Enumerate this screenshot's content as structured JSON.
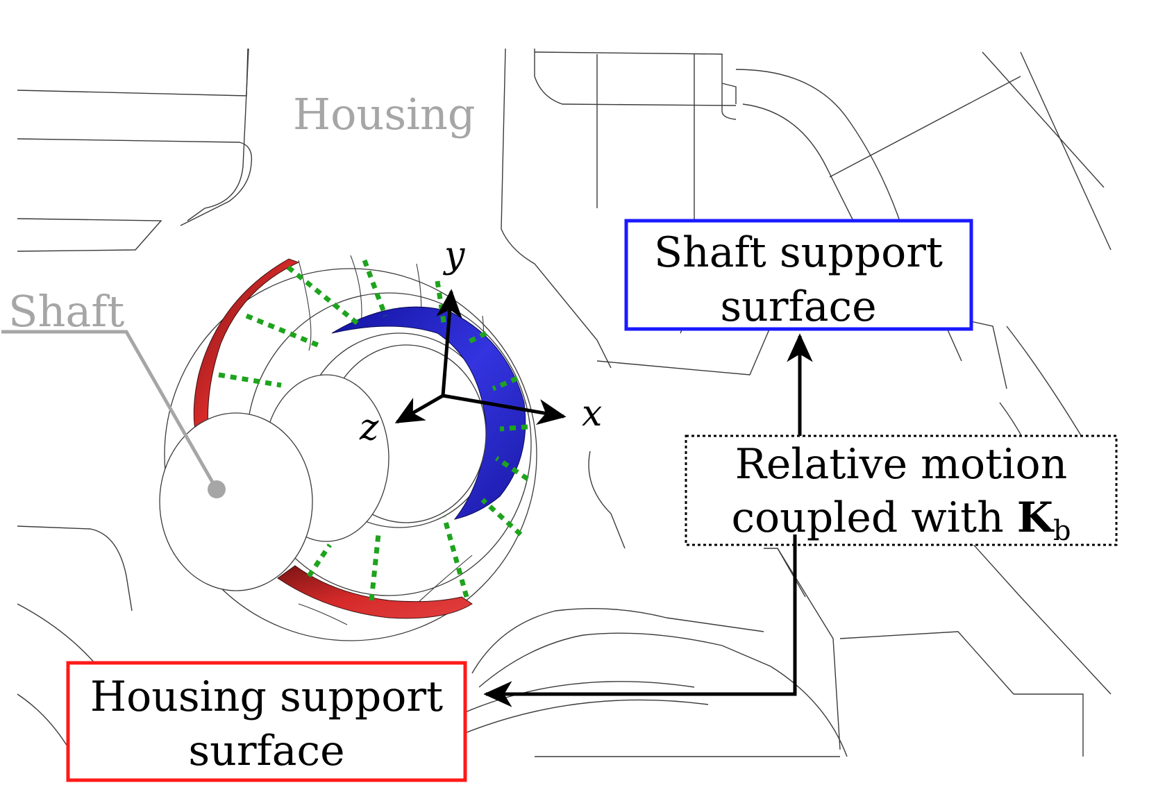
{
  "labels": {
    "housing": "Housing",
    "shaft": "Shaft"
  },
  "boxes": {
    "shaft_support": {
      "line1": "Shaft support",
      "line2": "surface"
    },
    "housing_support": {
      "line1": "Housing support",
      "line2": "surface"
    },
    "relative_motion": {
      "line1": "Relative motion",
      "line2": "coupled with ",
      "symbol": "K",
      "subscript": "b"
    }
  },
  "axes": {
    "x": "x",
    "y": "y",
    "z": "z"
  },
  "colors": {
    "shaft_support": "#2323cc",
    "housing_support": "#d62020",
    "spring": "#1ea31e",
    "blue_box_border": "#1a1aff",
    "red_box_border": "#ff1a1a",
    "gray_label": "#a6a6a6"
  }
}
